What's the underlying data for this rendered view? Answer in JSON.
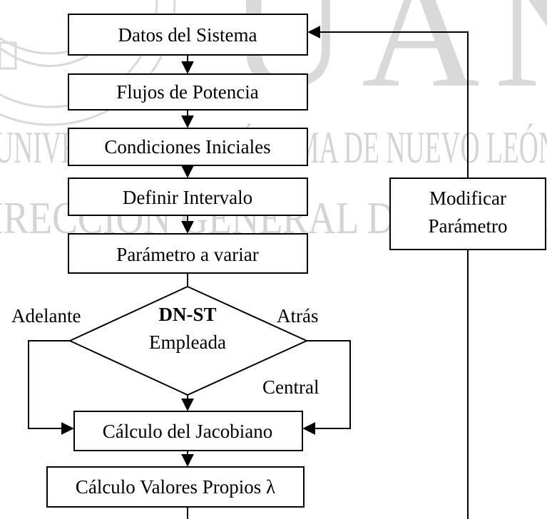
{
  "watermark": {
    "letters": "UAN",
    "line1": "UNIVERSIDAD AUTÓNOMA DE NUEVO LEÓN",
    "line2": "DIRECCIÓN GENERAL DE BIBLIOTECAS"
  },
  "nodes": {
    "datos": "Datos del Sistema",
    "flujos": "Flujos de Potencia",
    "condiciones": "Condiciones Iniciales",
    "intervalo": "Definir Intervalo",
    "parametro": "Parámetro a variar",
    "decision_line1": "DN-ST",
    "decision_line2": "Empleada",
    "jacobiano": "Cálculo del Jacobiano",
    "valores": "Cálculo Valores Propios λ",
    "modificar_line1": "Modificar",
    "modificar_line2": "Parámetro"
  },
  "branches": {
    "adelante": "Adelante",
    "atras": "Atrás",
    "central": "Central"
  }
}
